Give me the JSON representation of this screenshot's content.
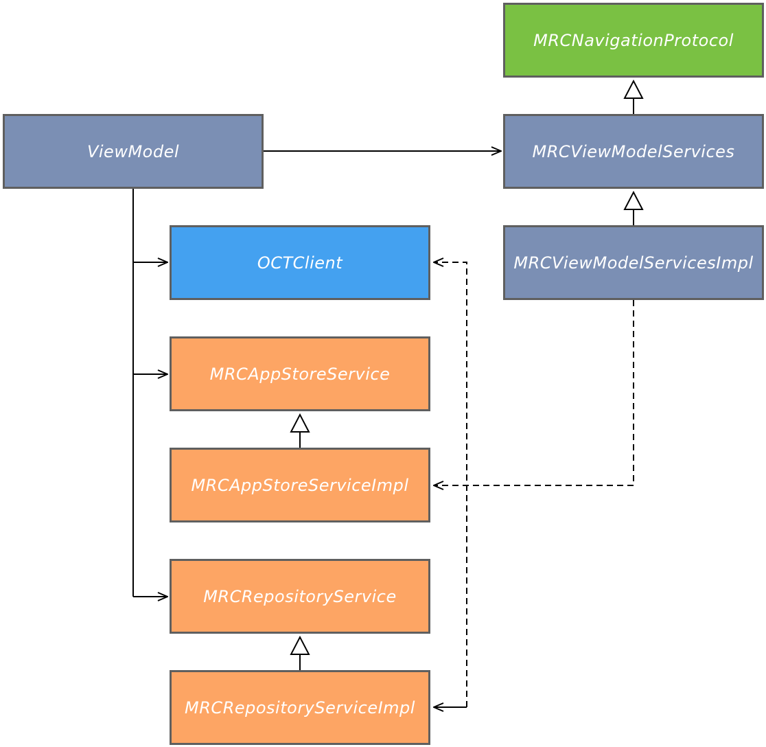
{
  "nodes": {
    "navigation_protocol": "MRCNavigationProtocol",
    "view_model": "ViewModel",
    "view_model_services": "MRCViewModelServices",
    "view_model_services_impl": "MRCViewModelServicesImpl",
    "oct_client": "OCTClient",
    "app_store_service": "MRCAppStoreService",
    "app_store_service_impl": "MRCAppStoreServiceImpl",
    "repository_service": "MRCRepositoryService",
    "repository_service_impl": "MRCRepositoryServiceImpl"
  },
  "colors": {
    "slate": "#7b8fb4",
    "green": "#7ac143",
    "blue": "#44a1f0",
    "orange": "#fda564",
    "border": "#5f5f5f",
    "line": "#000000"
  }
}
